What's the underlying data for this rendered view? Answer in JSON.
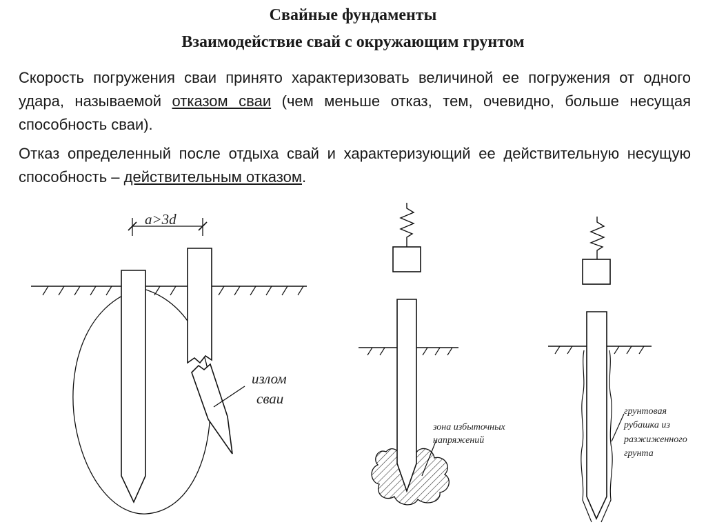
{
  "title": "Свайные фундаменты",
  "subtitle": "Взаимодействие свай с окружающим грунтом",
  "paragraph1": {
    "before": "Скорость погружения сваи принято характеризовать величиной ее погружения от одного удара, называемой ",
    "term": "отказом сваи",
    "after": " (чем меньше отказ, тем, очевидно, больше несущая способность сваи)."
  },
  "paragraph2": {
    "before": "Отказ определенный после отдыха свай и характеризующий ее действительную несущую способность – ",
    "term": "действительным отказом",
    "after": "."
  },
  "figure1": {
    "dimension": "a>3d",
    "label_line1": "излом",
    "label_line2": "сваи"
  },
  "figure2": {
    "label_line1": "зона избыточных",
    "label_line2": "напряжений"
  },
  "figure3": {
    "label_line1": "грунтовая",
    "label_line2": "рубашка из",
    "label_line3": "разжиженного",
    "label_line4": "грунта"
  }
}
